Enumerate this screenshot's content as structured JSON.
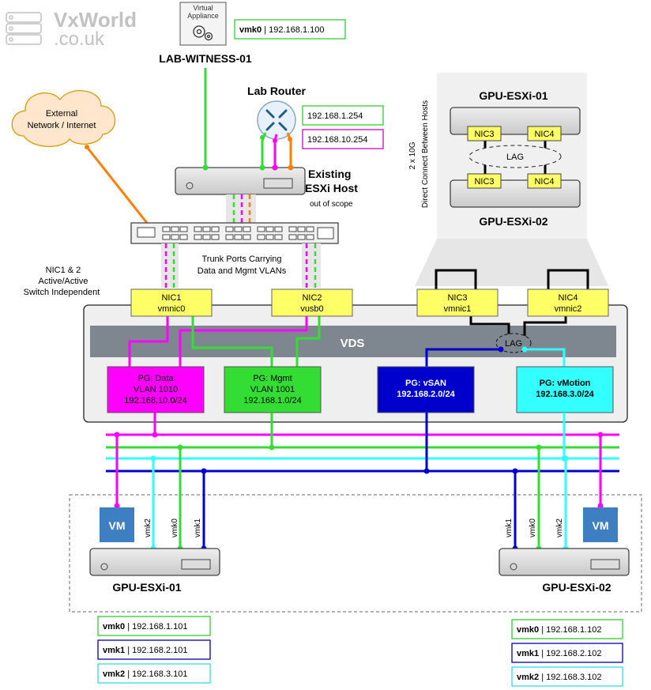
{
  "logo": {
    "line1": "VxWorld",
    "line2": ".co.uk"
  },
  "witness": {
    "appliance_label_1": "Virtual",
    "appliance_label_2": "Appliance",
    "name": "LAB-WITNESS-01",
    "vmk_key": "vmk0",
    "vmk_ip": "192.168.1.100"
  },
  "router": {
    "title": "Lab Router",
    "ip1": "192.168.1.254",
    "ip2": "192.168.10.254"
  },
  "cloud": {
    "line1": "External",
    "line2": "Network / Internet"
  },
  "existing_host": {
    "line1": "Existing",
    "line2": "ESXi Host",
    "note": "out of scope"
  },
  "trunk": {
    "line1": "Trunk Ports Carrying",
    "line2": "Data and Mgmt VLANs"
  },
  "nic_note": {
    "line1": "NIC1 & 2",
    "line2": "Active/Active",
    "line3": "Switch Independent"
  },
  "direct_connect": {
    "host_top": "GPU-ESXi-01",
    "host_bottom": "GPU-ESXi-02",
    "side_line1": "2 x 10G",
    "side_line2": "Direct Connect Between Hosts",
    "nic3": "NIC3",
    "nic4": "NIC4",
    "lag": "LAG"
  },
  "vds": {
    "label": "VDS",
    "lag": "LAG",
    "nics": [
      {
        "name": "NIC1",
        "dev": "vmnic0"
      },
      {
        "name": "NIC2",
        "dev": "vusb0"
      },
      {
        "name": "NIC3",
        "dev": "vmnic1"
      },
      {
        "name": "NIC4",
        "dev": "vmnic2"
      }
    ],
    "portgroups": [
      {
        "name": "PG: Data",
        "vlan": "VLAN 1010",
        "subnet": "192.168.10.0/24"
      },
      {
        "name": "PG: Mgmt",
        "vlan": "VLAN 1001",
        "subnet": "192.168.1.0/24"
      },
      {
        "name": "PG: vSAN",
        "subnet": "192.168.2.0/24"
      },
      {
        "name": "PG: vMotion",
        "subnet": "192.168.3.0/24"
      }
    ]
  },
  "hosts": {
    "left": {
      "name": "GPU-ESXi-01",
      "vm": "VM",
      "vmk2": "vmk2",
      "vmk0": "vmk0",
      "vmk1": "vmk1"
    },
    "right": {
      "name": "GPU-ESXi-02",
      "vm": "VM",
      "vmk1": "vmk1",
      "vmk0": "vmk0",
      "vmk2": "vmk2"
    }
  },
  "vmk_left": [
    {
      "key": "vmk0",
      "ip": "192.168.1.101",
      "color": "#33cc33"
    },
    {
      "key": "vmk1",
      "ip": "192.168.2.101",
      "color": "#0000aa"
    },
    {
      "key": "vmk2",
      "ip": "192.168.3.101",
      "color": "#33dddd"
    }
  ],
  "vmk_right": [
    {
      "key": "vmk0",
      "ip": "192.168.1.102",
      "color": "#33cc33"
    },
    {
      "key": "vmk1",
      "ip": "192.168.2.102",
      "color": "#0000aa"
    },
    {
      "key": "vmk2",
      "ip": "192.168.3.102",
      "color": "#33dddd"
    }
  ],
  "colors": {
    "data": "#ff00ff",
    "mgmt": "#33dd33",
    "vsan": "#0000cc",
    "vmotion": "#33ffff",
    "external": "#ff8000",
    "nic": "#ffff66",
    "vm": "#3d7fc1"
  }
}
